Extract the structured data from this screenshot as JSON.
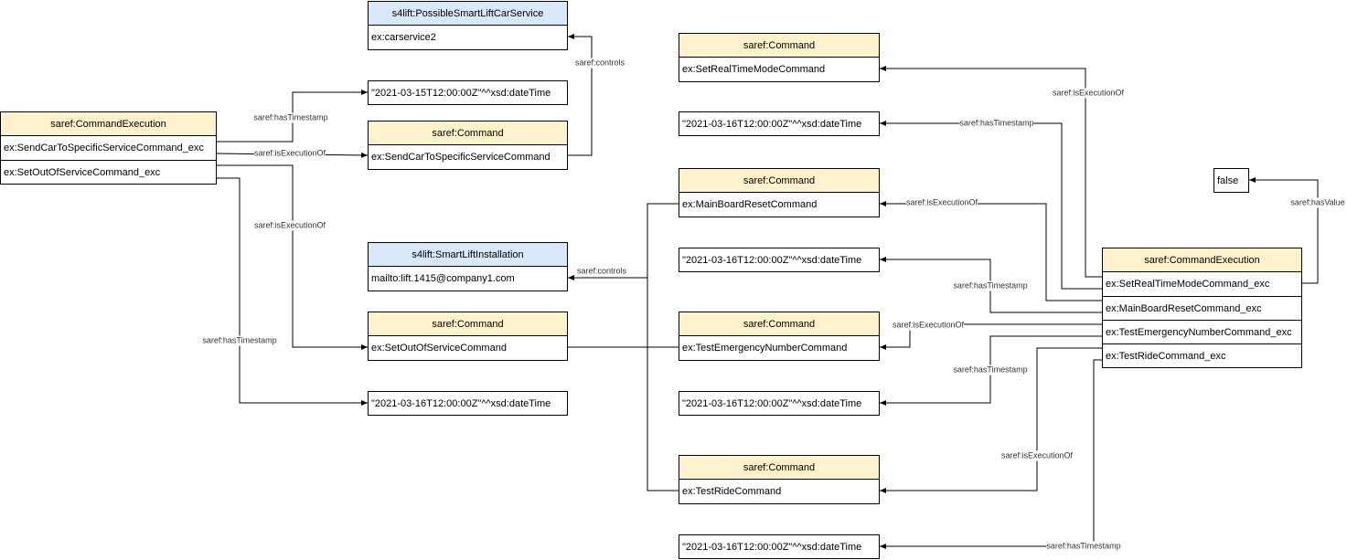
{
  "nodes": {
    "car_service": {
      "class": "s4lift:PossibleSmartLiftCarService",
      "rows": [
        "ex:carservice2"
      ]
    },
    "lit_0315": {
      "value": "\"2021-03-15T12:00:00Z\"^^xsd:dateTime"
    },
    "cmd_sendcar": {
      "class": "saref:Command",
      "rows": [
        "ex:SendCarToSpecificServiceCommand"
      ]
    },
    "exec_left": {
      "class": "saref:CommandExecution",
      "rows": [
        "ex:SendCarToSpecificServiceCommand_exc",
        "ex:SetOutOfServiceCommand_exc"
      ]
    },
    "installation": {
      "class": "s4lift:SmartLiftInstallation",
      "rows": [
        "mailto:lift.1415@company1.com"
      ]
    },
    "cmd_outofservice": {
      "class": "saref:Command",
      "rows": [
        "ex:SetOutOfServiceCommand"
      ]
    },
    "lit_left_0316": {
      "value": "\"2021-03-16T12:00:00Z\"^^xsd:dateTime"
    },
    "cmd_realtime": {
      "class": "saref:Command",
      "rows": [
        "ex:SetRealTimeModeCommand"
      ]
    },
    "lit_r1": {
      "value": "\"2021-03-16T12:00:00Z\"^^xsd:dateTime"
    },
    "cmd_mainboard": {
      "class": "saref:Command",
      "rows": [
        "ex:MainBoardResetCommand"
      ]
    },
    "lit_r2": {
      "value": "\"2021-03-16T12:00:00Z\"^^xsd:dateTime"
    },
    "cmd_emergency": {
      "class": "saref:Command",
      "rows": [
        "ex:TestEmergencyNumberCommand"
      ]
    },
    "lit_r3": {
      "value": "\"2021-03-16T12:00:00Z\"^^xsd:dateTime"
    },
    "cmd_testride": {
      "class": "saref:Command",
      "rows": [
        "ex:TestRideCommand"
      ]
    },
    "lit_r4": {
      "value": "\"2021-03-16T12:00:00Z\"^^xsd:dateTime"
    },
    "false_val": {
      "value": "false"
    },
    "exec_right": {
      "class": "saref:CommandExecution",
      "rows": [
        "ex:SetRealTimeModeCommand_exc",
        "ex:MainBoardResetCommand_exc",
        "ex:TestEmergencyNumberCommand_exc",
        "ex:TestRideCommand_exc"
      ]
    }
  },
  "edges": [
    "saref:hasTimestamp",
    "saref:isExecutionOf",
    "saref:isExecutionOf",
    "saref:hasTimestamp",
    "saref:controls",
    "saref:controls",
    "saref:isExecutionOf",
    "saref:hasTimestamp",
    "saref:isExecutionOf",
    "saref:hasTimestamp",
    "saref:isExecutionOf",
    "saref:hasTimestamp",
    "saref:isExecutionOf",
    "saref:hasTimestamp",
    "saref:hasValue"
  ],
  "colors": {
    "command": "#fff2cc",
    "s4lift": "#dae8fc",
    "line": "#000000"
  }
}
